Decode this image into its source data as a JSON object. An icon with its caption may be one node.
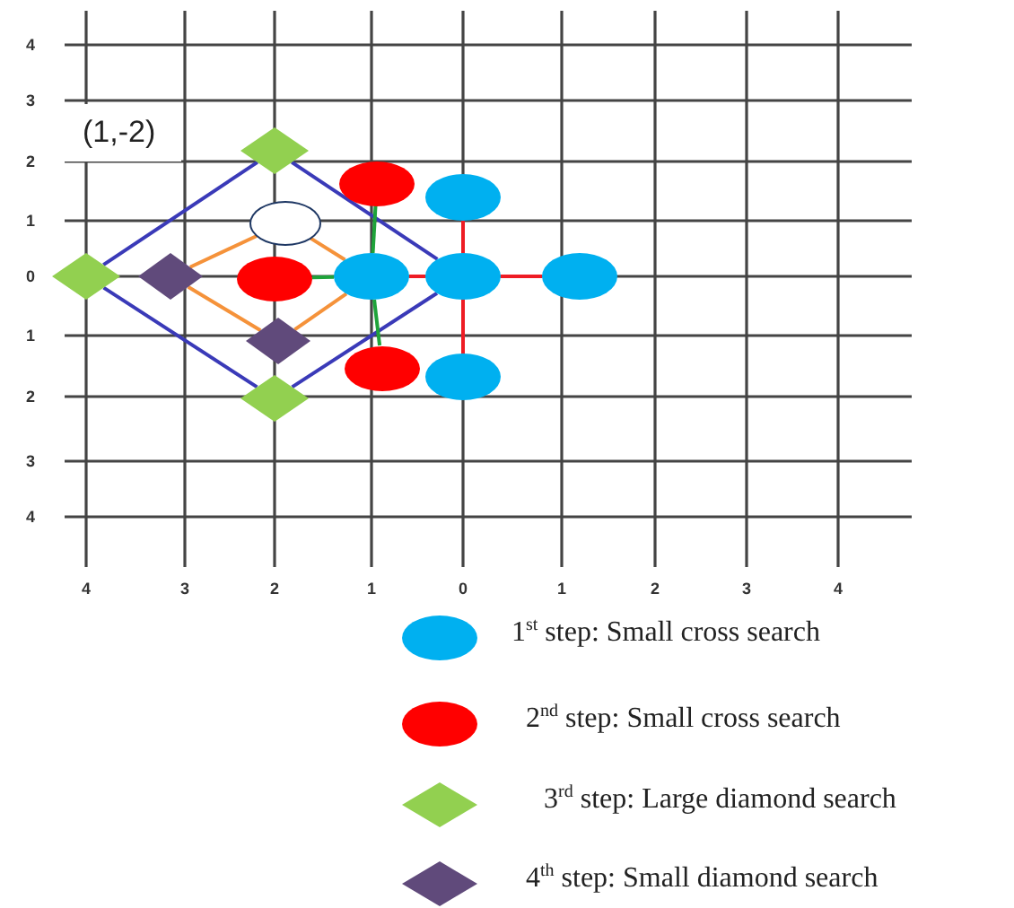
{
  "diagram": {
    "nodes": [
      {
        "text": [],
        "shape": "diamond"
      },
      {
        "text": [],
        "shape": "ellipse"
      },
      {
        "text": [],
        "shape": "ellipse"
      },
      {
        "text": [],
        "shape": "ellipse"
      },
      {
        "text": [],
        "shape": "diamond"
      },
      {
        "text": [],
        "shape": "diamond"
      },
      {
        "text": [],
        "shape": "ellipse"
      },
      {
        "text": [],
        "shape": "ellipse"
      },
      {
        "text": [],
        "shape": "ellipse"
      },
      {
        "text": [],
        "shape": "ellipse"
      },
      {
        "text": [],
        "shape": "diamond"
      },
      {
        "text": [],
        "shape": "ellipse"
      },
      {
        "text": [],
        "shape": "ellipse"
      },
      {
        "text": [],
        "shape": "diamond"
      }
    ],
    "edges": [
      {
        "from": 4,
        "to": 0,
        "arrow": "none",
        "color": "#3a3ab8"
      },
      {
        "from": 0,
        "to": 8,
        "arrow": "none",
        "color": "#3a3ab8"
      },
      {
        "from": 8,
        "to": 13,
        "arrow": "none",
        "color": "#3a3ab8"
      },
      {
        "from": 13,
        "to": 4,
        "arrow": "none",
        "color": "#3a3ab8"
      },
      {
        "from": 5,
        "to": 3,
        "arrow": "none",
        "color": "#f5923a"
      },
      {
        "from": 3,
        "to": 7,
        "arrow": "none",
        "color": "#f5923a"
      },
      {
        "from": 7,
        "to": 10,
        "arrow": "none",
        "color": "#f5923a"
      },
      {
        "from": 10,
        "to": 5,
        "arrow": "none",
        "color": "#f5923a"
      },
      {
        "from": 1,
        "to": 7,
        "arrow": "none",
        "color": "#1fa33a"
      },
      {
        "from": 7,
        "to": 11,
        "arrow": "none",
        "color": "#1fa33a"
      },
      {
        "from": 6,
        "to": 7,
        "arrow": "none",
        "color": "#1fa33a"
      },
      {
        "from": 2,
        "to": 8,
        "arrow": "none",
        "color": "#ee1c24"
      },
      {
        "from": 8,
        "to": 12,
        "arrow": "none",
        "color": "#ee1c24"
      },
      {
        "from": 7,
        "to": 8,
        "arrow": "none",
        "color": "#ee1c24"
      },
      {
        "from": 8,
        "to": 9,
        "arrow": "none",
        "color": "#ee1c24"
      }
    ],
    "labels": [
      "4",
      "3",
      "(1,-2)",
      "2",
      "1",
      "0",
      "1",
      "2",
      "3",
      "4",
      "4",
      "3",
      "2",
      "1",
      "0",
      "1",
      "2",
      "3",
      "4"
    ],
    "legend": [
      {
        "text": "1$^{st}$ step: Small cross search"
      },
      {
        "text": "2$^{nd}$ step: Small cross search"
      },
      {
        "text": "3$^{rd}$ step: Large diamond search"
      },
      {
        "text": "4$^{th}$ step: Small diamond search"
      }
    ]
  }
}
